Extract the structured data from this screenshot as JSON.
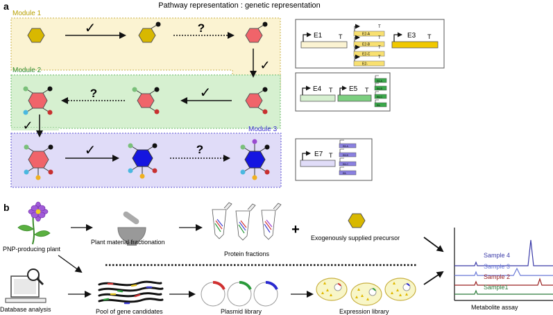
{
  "panel_a": {
    "letter": "a",
    "title": "Pathway representation : genetic representation",
    "modules": [
      {
        "label": "Module 1",
        "color": "#b8a000"
      },
      {
        "label": "Module 2",
        "color": "#2e8b2e"
      },
      {
        "label": "Module 3",
        "color": "#3a2fd0"
      }
    ],
    "step_symbols": {
      "known": "✓",
      "unknown": "?"
    },
    "genes": {
      "e1": "E1",
      "e3": "E3",
      "e4": "E4",
      "e5": "E5",
      "e7": "E7",
      "t": "T",
      "e2_variants": [
        "E2-A",
        "E2-B",
        "E2-C",
        "E2-"
      ],
      "e5_variants": [
        "E6-A",
        "E6-B",
        "E6-C",
        "E6-"
      ],
      "e7_variants": [
        "E8-A",
        "E8-B",
        "E8-C",
        "E8-"
      ]
    }
  },
  "panel_b": {
    "letter": "b",
    "labels": {
      "plant": "PNP-producing plant",
      "fractionation": "Plant material fractionation",
      "protein_fractions": "Protein fractions",
      "plus": "+",
      "precursor": "Exogenously supplied precursor",
      "database": "Database analysis",
      "pool": "Pool of gene candidates",
      "plasmid": "Plasmid library",
      "expression": "Expression library",
      "assay": "Metabolite assay"
    },
    "samples": [
      {
        "name": "Sample 4",
        "color": "#3a3aa8"
      },
      {
        "name": "Sample 3",
        "color": "#6a7ad8"
      },
      {
        "name": "Sample 2",
        "color": "#9a2222"
      },
      {
        "name": "Sample1",
        "color": "#2a7a3a"
      }
    ]
  },
  "colors": {
    "hex_yellow": "#d8b800",
    "hex_red": "#f0646a",
    "hex_blue": "#1515e0",
    "module1_fill": "#fbf3d2",
    "module2_fill": "#d6f0d0",
    "module3_fill": "#e0dcf8"
  }
}
